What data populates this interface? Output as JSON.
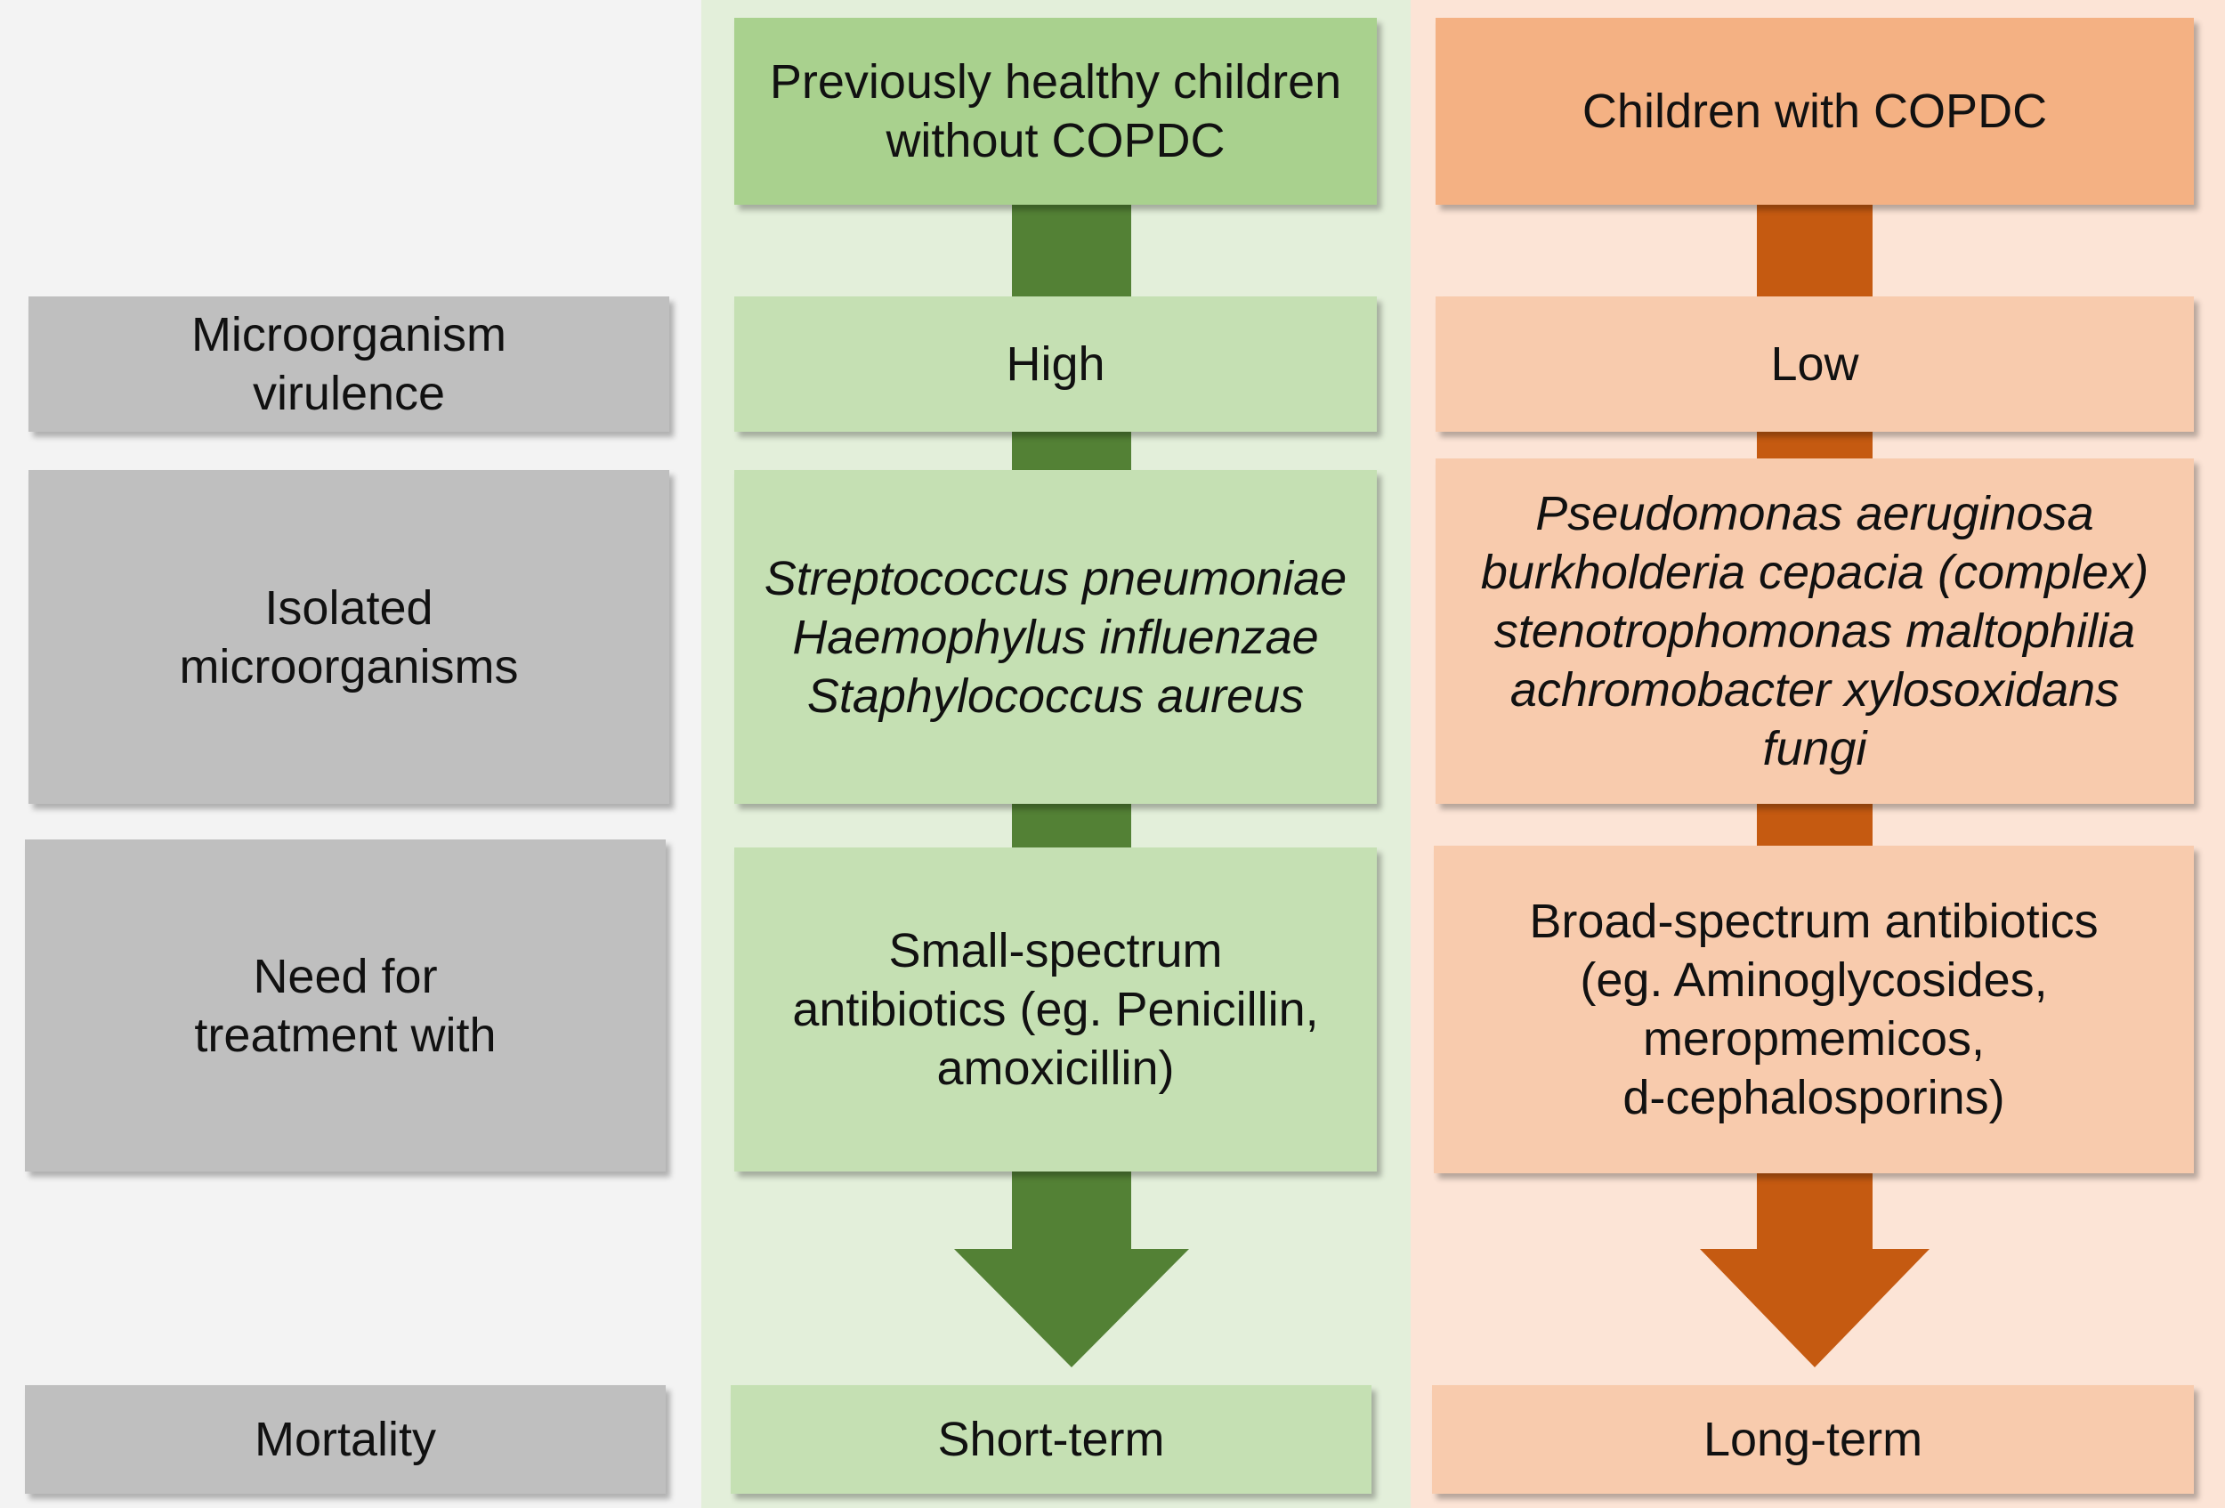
{
  "rows": {
    "virulence": [
      "Microorganism",
      "virulence"
    ],
    "isolated": [
      "Isolated",
      "microorganisms"
    ],
    "treatment": [
      "Need for",
      "treatment with"
    ],
    "mortality": [
      "Mortality"
    ]
  },
  "healthy": {
    "header": [
      "Previously healthy children",
      "without COPDC"
    ],
    "virulence": [
      "High"
    ],
    "isolated": [
      "Streptococcus pneumoniae",
      "Haemophylus influenzae",
      "Staphylococcus aureus"
    ],
    "treatment": [
      "Small-spectrum",
      "antibiotics (eg. Penicillin,",
      "amoxicillin)"
    ],
    "mortality": [
      "Short-term"
    ]
  },
  "copdc": {
    "header": [
      "Children with COPDC"
    ],
    "virulence": [
      "Low"
    ],
    "isolated": [
      "Pseudomonas aeruginosa",
      "burkholderia cepacia (complex)",
      "stenotrophomonas maltophilia",
      "achromobacter xylosoxidans",
      "fungi"
    ],
    "treatment": [
      "Broad-spectrum antibiotics",
      "(eg. Aminoglycosides,",
      "meropmemicos,",
      "d-cephalosporins)"
    ],
    "mortality": [
      "Long-term"
    ]
  },
  "colors": {
    "background": "#f3f3f3",
    "green_panel": "#e3efda",
    "green_header": "#a9d18e",
    "green_box": "#c5e0b3",
    "green_arrow": "#538135",
    "orange_panel": "#fce4d6",
    "orange_header": "#f4b183",
    "orange_box": "#f8cbad",
    "orange_arrow": "#c55a11",
    "row_label": "#bfbfbf"
  }
}
